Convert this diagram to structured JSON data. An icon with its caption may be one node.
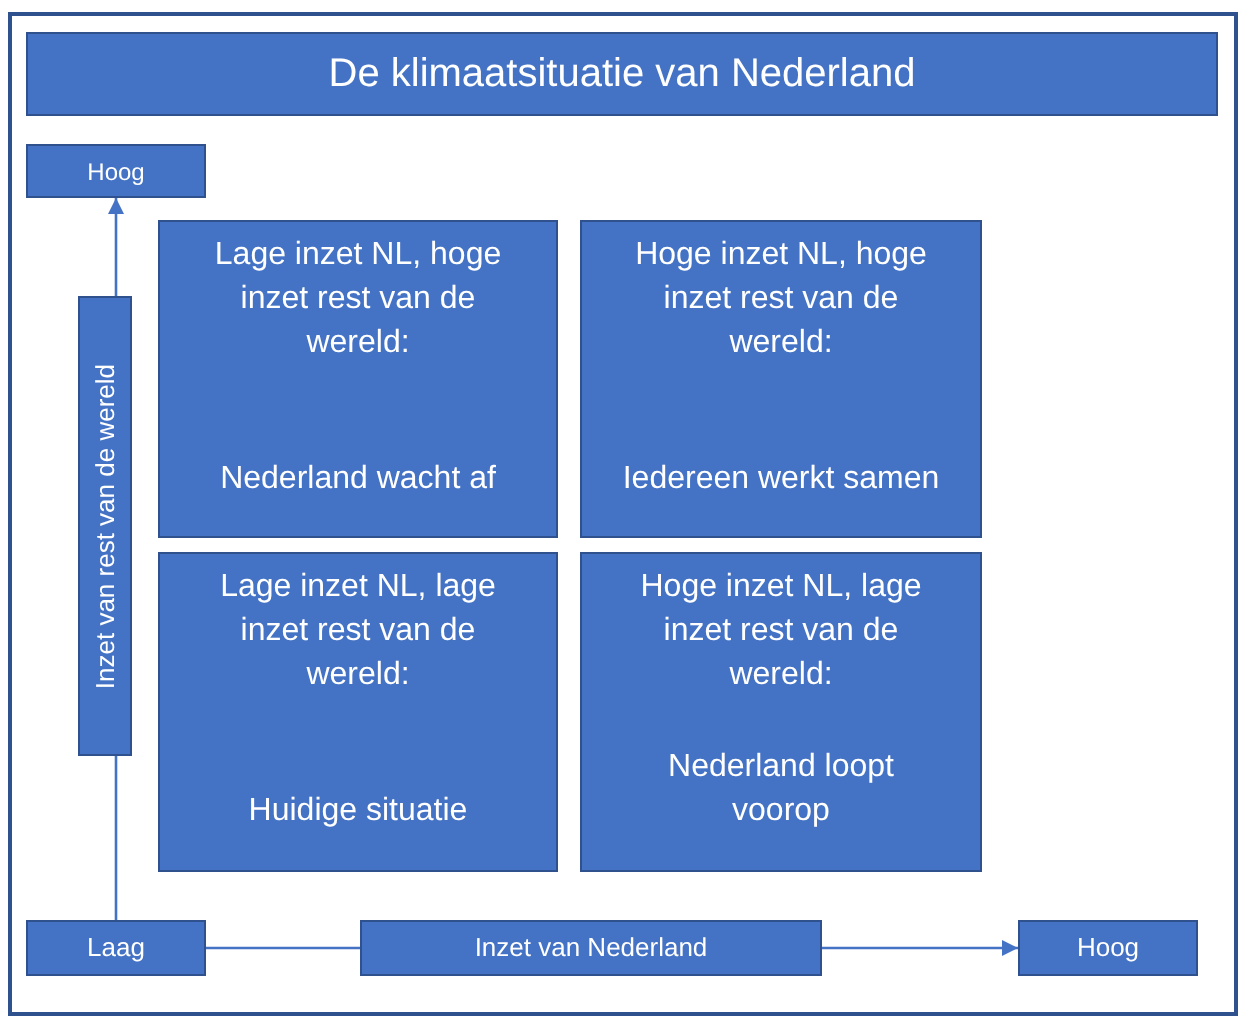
{
  "diagram": {
    "title": "De klimaatsituatie van Nederland",
    "nodes": [
      {
        "text": [
          "Hoog"
        ]
      },
      {
        "text": [
          "Inzet van rest van de wereld"
        ]
      },
      {
        "text": [
          "Lage inzet NL, hoge inzet rest van de wereld:",
          "Nederland wacht af"
        ]
      },
      {
        "text": [
          "Hoge inzet NL, hoge inzet rest van de wereld:",
          "Iedereen werkt samen"
        ]
      },
      {
        "text": [
          "Lage inzet NL, lage inzet rest van de wereld:",
          "Huidige situatie"
        ]
      },
      {
        "text": [
          "Hoge inzet NL, lage inzet rest van de wereld:",
          "Nederland loopt voorop"
        ]
      },
      {
        "text": [
          "Laag"
        ]
      },
      {
        "text": [
          "Inzet van Nederland"
        ]
      },
      {
        "text": [
          "Hoog"
        ]
      }
    ],
    "edges": [
      {
        "from": 6,
        "to": 1,
        "arrow": "none"
      },
      {
        "from": 1,
        "to": 0,
        "arrow": "to"
      },
      {
        "from": 6,
        "to": 7,
        "arrow": "none"
      },
      {
        "from": 7,
        "to": 8,
        "arrow": "to"
      }
    ]
  }
}
